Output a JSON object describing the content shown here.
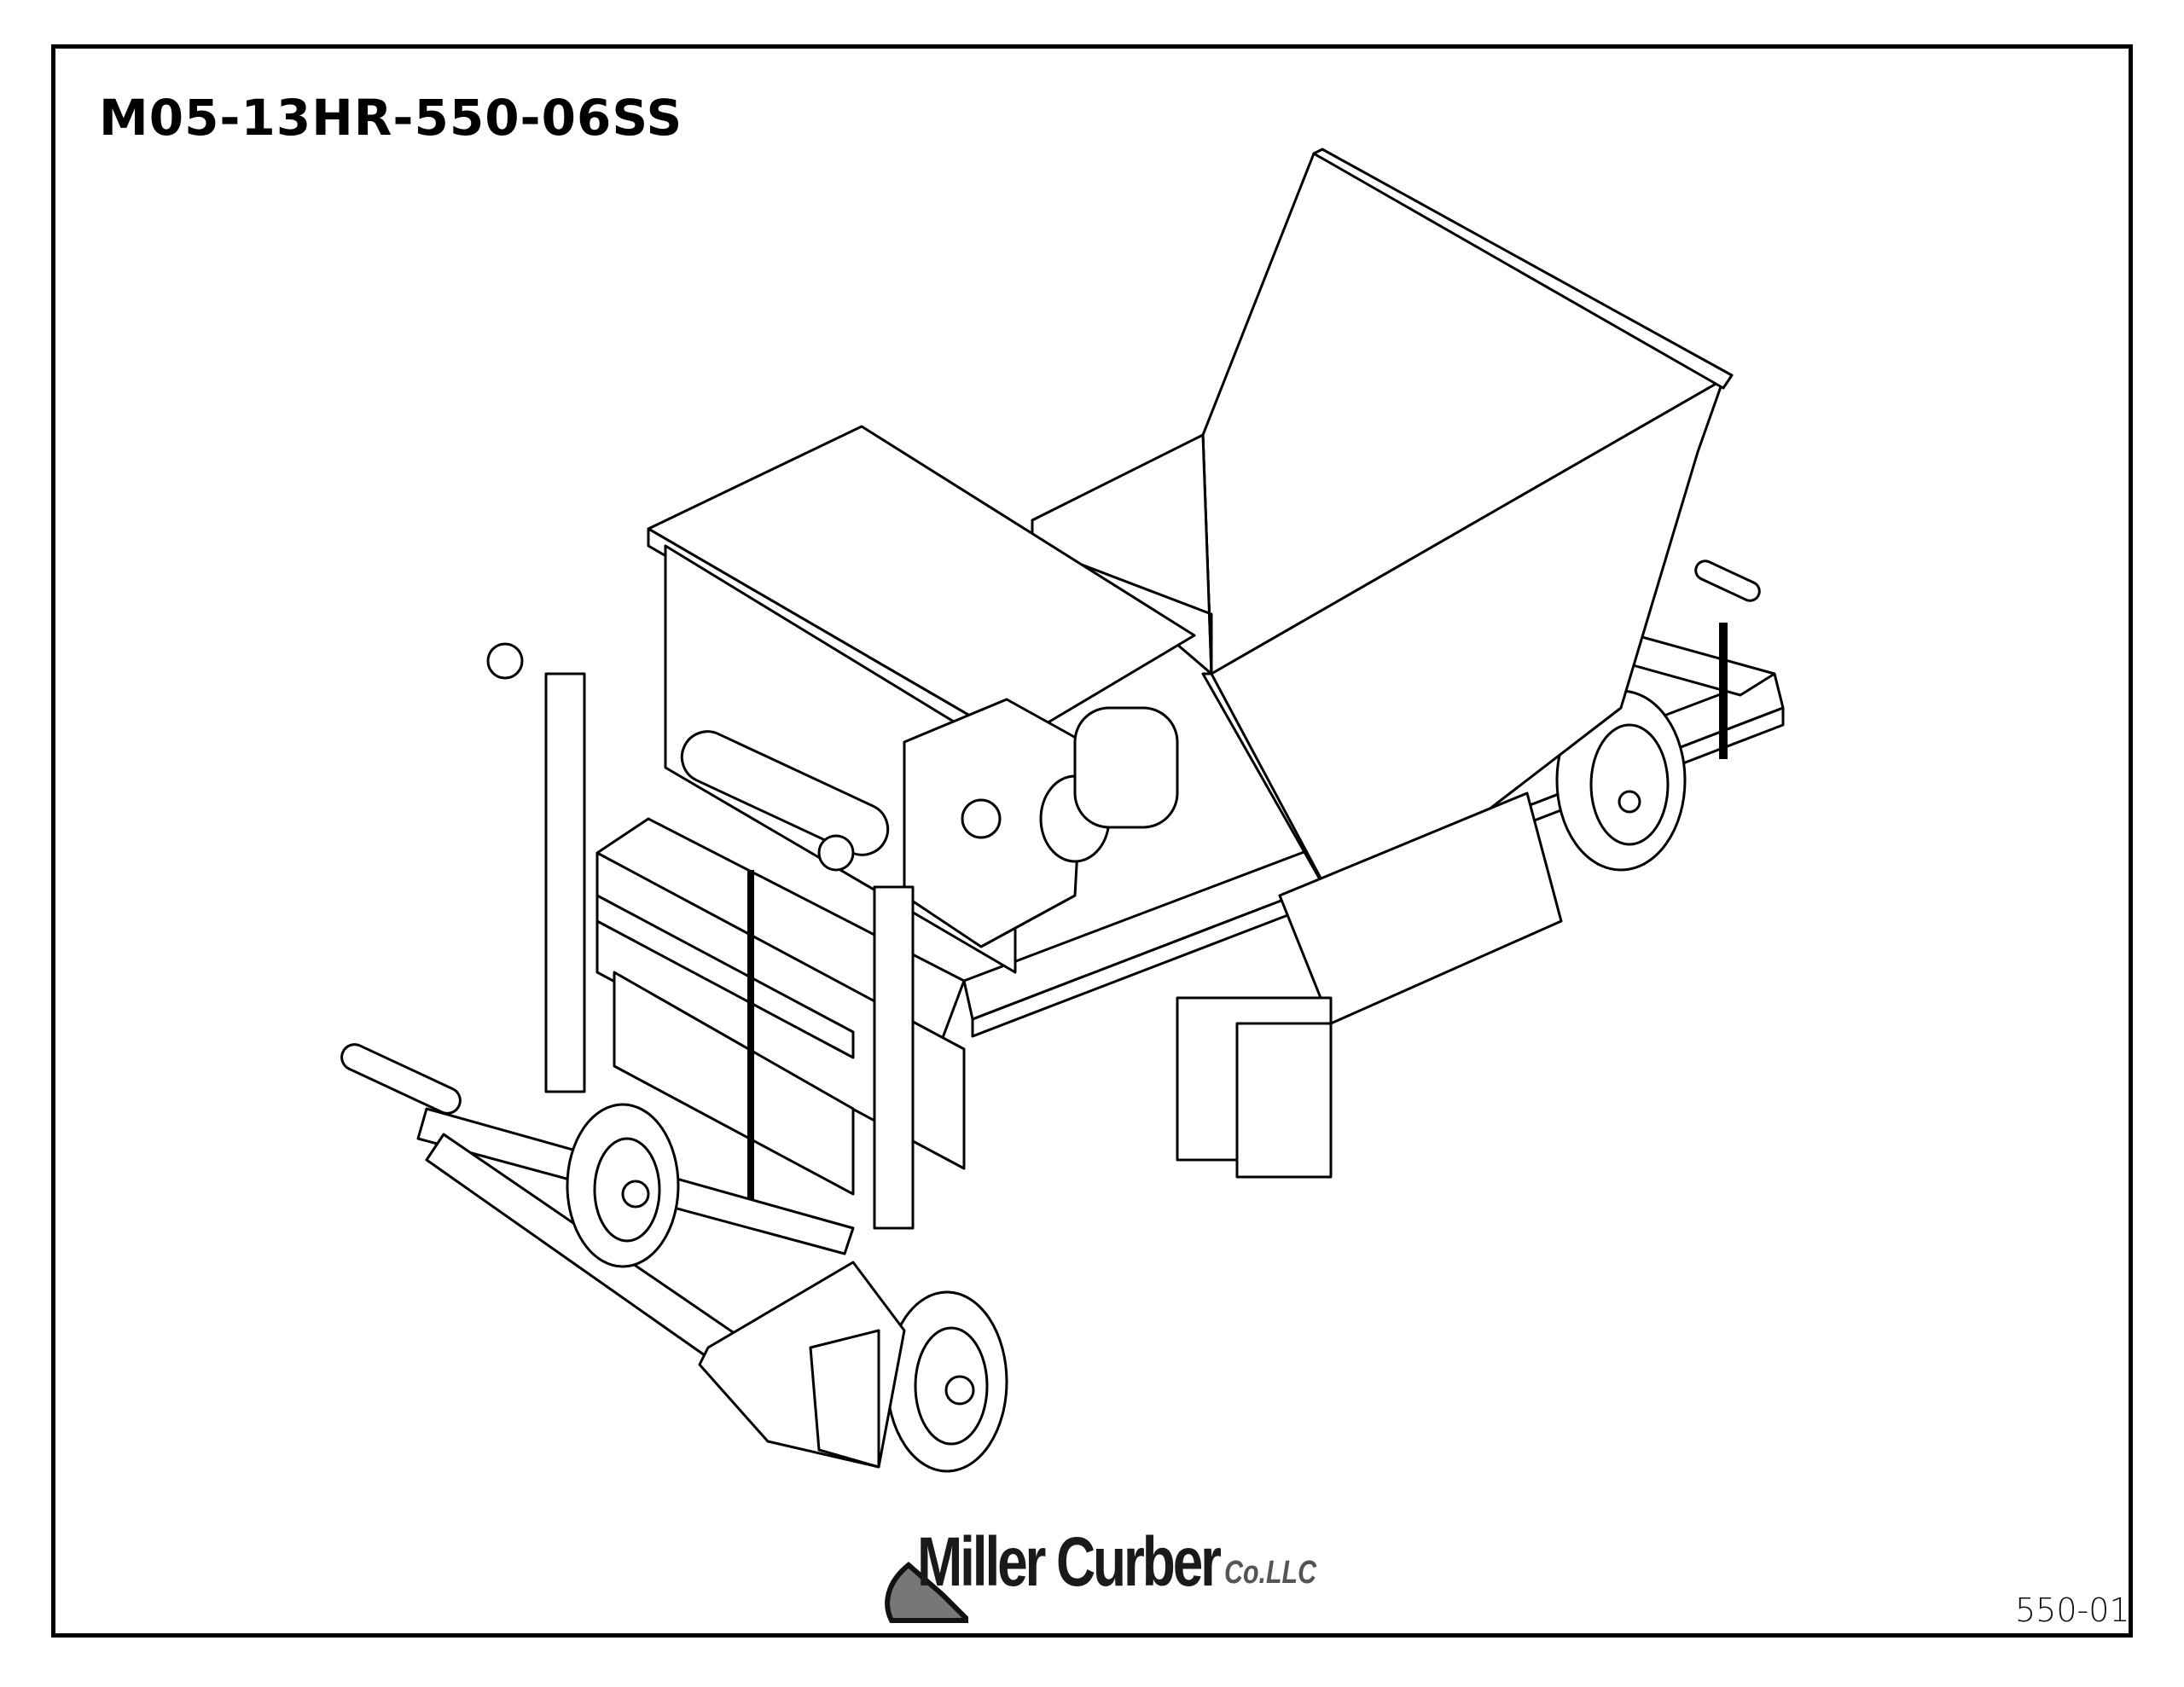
{
  "drawing": {
    "title": "M05-13HR-550-06SS",
    "page_number": "550-01",
    "logo": {
      "name": "Miller Curber",
      "suffix": "Co.LLC"
    }
  }
}
